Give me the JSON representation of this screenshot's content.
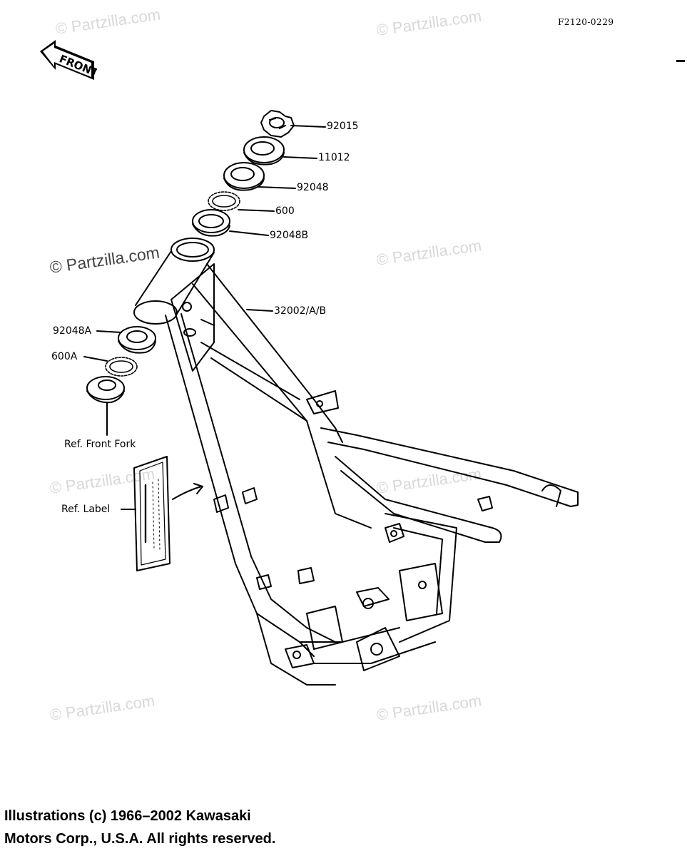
{
  "figure_code": "F2120-0229",
  "front_label": "FRONT",
  "watermark_text": "© Partzilla.com",
  "parts": {
    "p92015": "92015",
    "p11012": "11012",
    "p92048": "92048",
    "p600": "600",
    "p92048B": "92048B",
    "p32002": "32002/A/B",
    "p92048A": "92048A",
    "p600A": "600A",
    "ref_front_fork": "Ref. Front Fork",
    "ref_label": "Ref. Label"
  },
  "copyright": {
    "line1": "Illustrations (c) 1966–2002 Kawasaki",
    "line2": "Motors Corp., U.S.A.  All rights reserved."
  }
}
